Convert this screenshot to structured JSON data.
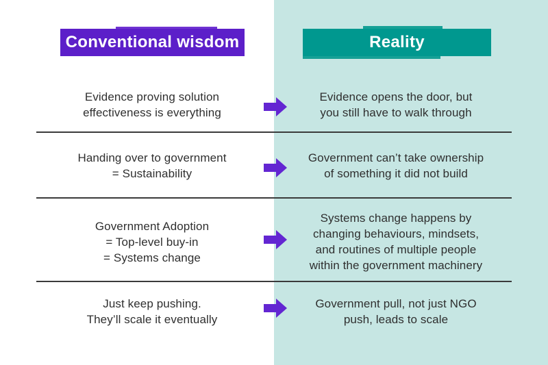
{
  "columns": {
    "left": {
      "label": "Conventional wisdom"
    },
    "right": {
      "label": "Reality"
    }
  },
  "rows": [
    {
      "wisdom": "Evidence proving solution\neffectiveness is everything",
      "reality": "Evidence opens the door, but\nyou still have to walk through"
    },
    {
      "wisdom": "Handing over to government\n= Sustainability",
      "reality": "Government can’t take ownership\nof something it did not build"
    },
    {
      "wisdom": "Government Adoption\n= Top-level buy-in\n= Systems change",
      "reality": "Systems change happens by\nchanging behaviours, mindsets,\nand routines of multiple people\nwithin the government machinery"
    },
    {
      "wisdom": "Just keep pushing.\nThey’ll scale it eventually",
      "reality": "Government pull, not just NGO\npush, leads to scale"
    }
  ],
  "icons": {
    "row_connector": "arrow-right-icon"
  },
  "colors": {
    "wisdom_header_bg": "#5C1FC9",
    "reality_header_bg": "#00988F",
    "reality_panel_bg": "#C6E6E3",
    "arrow": "#6326D2",
    "text": "#2F2F2F",
    "divider": "#3A3A3A",
    "header_text": "#FFFFFF",
    "left_panel_bg": "#FFFFFF"
  }
}
